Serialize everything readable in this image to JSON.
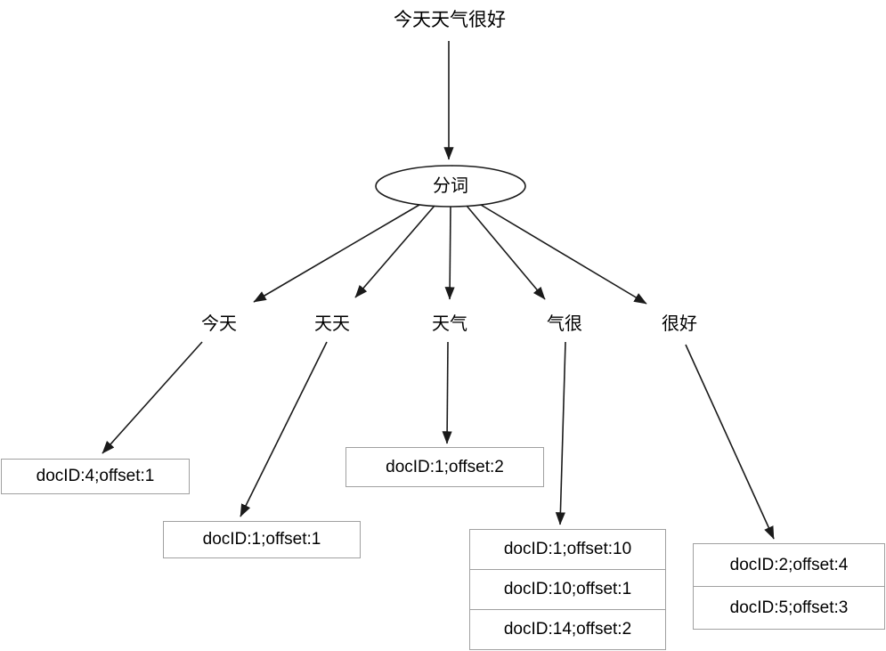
{
  "diagram": {
    "source_text": "今天天气很好",
    "tokenizer_label": "分词",
    "tokens": [
      {
        "label": "今天",
        "postings": [
          "docID:4;offset:1"
        ]
      },
      {
        "label": "天天",
        "postings": [
          "docID:1;offset:1"
        ]
      },
      {
        "label": "天气",
        "postings": [
          "docID:1;offset:2"
        ]
      },
      {
        "label": "气很",
        "postings": [
          "docID:1;offset:10",
          "docID:10;offset:1",
          "docID:14;offset:2"
        ]
      },
      {
        "label": "很好",
        "postings": [
          "docID:2;offset:4",
          "docID:5;offset:3"
        ]
      }
    ],
    "colors": {
      "background": "#ffffff",
      "stroke": "#1a1a1a",
      "box_border": "#a0a0a0",
      "text": "#000000"
    }
  }
}
